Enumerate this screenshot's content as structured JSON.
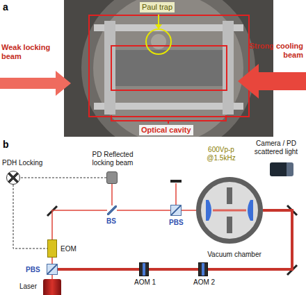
{
  "diagram": {
    "nodes": [
      {
        "text": [
          "PDH Locking"
        ]
      },
      {
        "text": [
          "PD Reflected locking beam"
        ]
      },
      {
        "text": [
          "BS"
        ]
      },
      {
        "text": [
          "EOM"
        ]
      },
      {
        "text": [
          "PBS"
        ]
      },
      {
        "text": [
          "PBS"
        ]
      },
      {
        "text": [
          "Laser"
        ]
      },
      {
        "text": [
          "AOM 1"
        ]
      },
      {
        "text": [
          "AOM 2"
        ]
      },
      {
        "text": [
          "Vacuum chamber"
        ]
      },
      {
        "text": [
          "Camera / PD scattered light"
        ]
      }
    ],
    "edges": [
      {
        "from": 6,
        "to": 5,
        "arrow": "none"
      },
      {
        "from": 5,
        "to": 3,
        "arrow": "none"
      },
      {
        "from": 3,
        "to": 2,
        "arrow": "none"
      },
      {
        "from": 2,
        "to": 4,
        "arrow": "none"
      },
      {
        "from": 4,
        "to": 9,
        "arrow": "none"
      },
      {
        "from": 2,
        "to": 1,
        "arrow": "none"
      },
      {
        "from": 5,
        "to": 7,
        "arrow": "none"
      },
      {
        "from": 7,
        "to": 8,
        "arrow": "none"
      },
      {
        "from": 8,
        "to": 9,
        "arrow": "none"
      },
      {
        "from": 1,
        "to": 0,
        "arrow": "none"
      },
      {
        "from": 0,
        "to": 3,
        "arrow": "none"
      }
    ],
    "labels": [
      "a",
      "Paul trap",
      "Weak locking beam",
      "Strong cooling beam",
      "Optical cavity",
      "b",
      "600Vp-p @1.5kHz"
    ]
  }
}
